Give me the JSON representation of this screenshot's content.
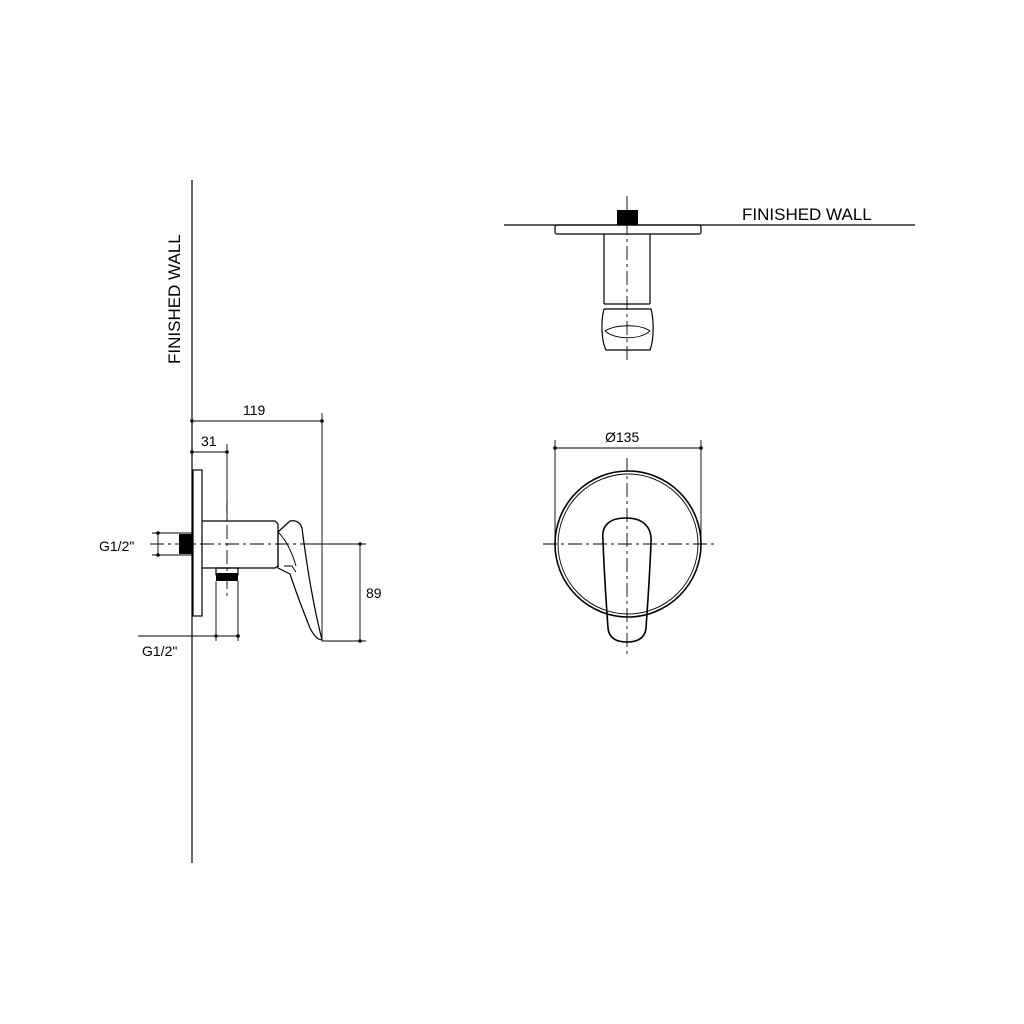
{
  "labels": {
    "finished_wall_side": "FINISHED WALL",
    "finished_wall_top": "FINISHED WALL",
    "dim_depth": "119",
    "dim_offset": "31",
    "dim_height": "89",
    "dim_diameter": "Ø135",
    "thread_inlet": "G1/2\"",
    "thread_outlet": "G1/2\""
  }
}
